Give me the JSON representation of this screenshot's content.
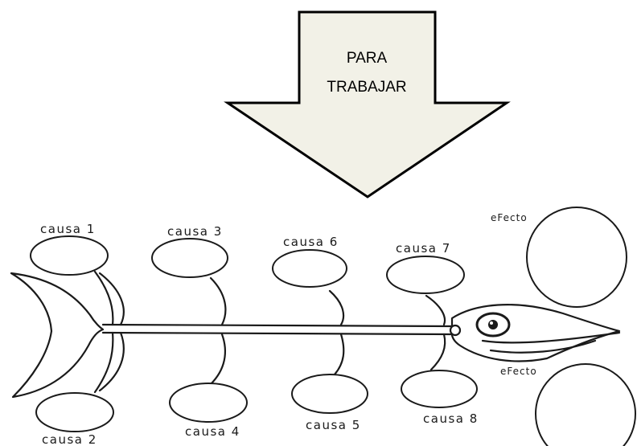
{
  "arrow": {
    "line1": "PARA",
    "line2": "TRABAJAR",
    "fill_color": "#f2f1e7"
  },
  "causes": {
    "c1": "causa 1",
    "c2": "causa 2",
    "c3": "causa 3",
    "c4": "causa 4",
    "c5": "causa 5",
    "c6": "causa 6",
    "c7": "causa 7",
    "c8": "causa 8"
  },
  "effects": {
    "top": "eFecto",
    "bottom": "eFecto"
  }
}
